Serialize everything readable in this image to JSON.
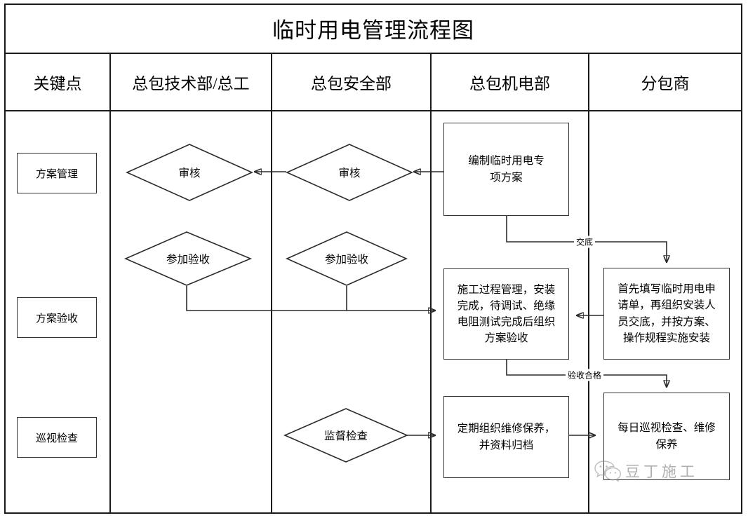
{
  "title": "临时用电管理流程图",
  "columns": [
    {
      "id": "key-points",
      "label": "关键点"
    },
    {
      "id": "tech-dept",
      "label": "总包技术部/总工"
    },
    {
      "id": "safety-dept",
      "label": "总包安全部"
    },
    {
      "id": "me-dept",
      "label": "总包机电部"
    },
    {
      "id": "subcontractor",
      "label": "分包商"
    }
  ],
  "key_points": [
    {
      "id": "plan-management",
      "label": "方案管理"
    },
    {
      "id": "plan-acceptance",
      "label": "方案验收"
    },
    {
      "id": "patrol-inspection",
      "label": "巡视检查"
    }
  ],
  "nodes": {
    "review_tech": "审核",
    "review_safety": "审核",
    "author_plan": [
      "编制临时用电专",
      "项方案"
    ],
    "join_acceptance_tech": "参加验收",
    "join_acceptance_safety": "参加验收",
    "construction_process": [
      "施工过程管理，安装",
      "完成，待调试、绝缘",
      "电阻测试完成后组织",
      "方案验收"
    ],
    "subcontractor_install": [
      "首先填写临时用电申",
      "请单，再组织安装人",
      "员交底，并按方案、",
      "操作规程实施安装"
    ],
    "supervise_inspect": "监督检查",
    "periodic_maintenance": [
      "定期组织维修保养，",
      "并资料归档"
    ],
    "daily_patrol": [
      "每日巡视检查、维修",
      "保养"
    ]
  },
  "edge_labels": {
    "disclosure": "交底",
    "acceptance_passed": "验收合格"
  },
  "watermark": {
    "text": "豆丁施工",
    "icon": "wechat-icon"
  },
  "colors": {
    "line": "#2b2b2b",
    "frame": "#1a1a1a",
    "background": "#ffffff",
    "text": "#000000"
  }
}
